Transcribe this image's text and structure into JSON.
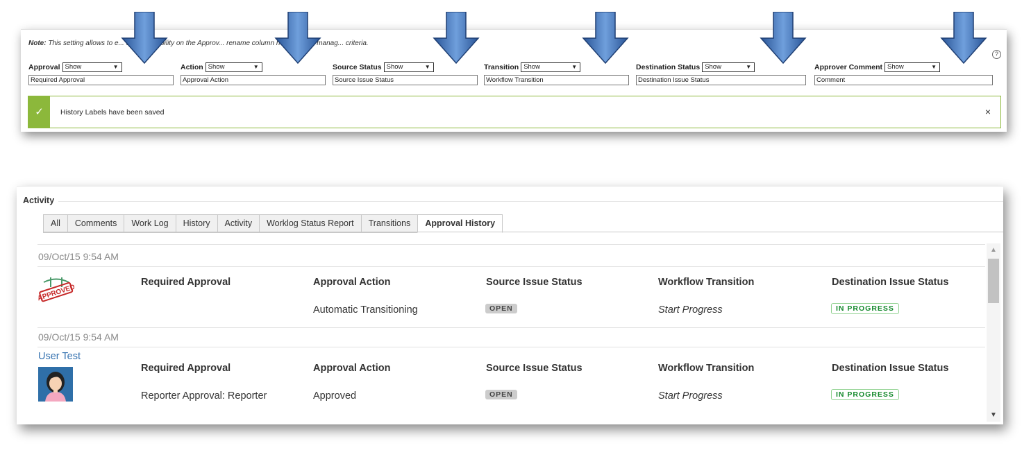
{
  "settings": {
    "note_bold": "Note:",
    "note_text": "This setting allows to e... column visibility on the Approv... rename column headers and manag... criteria.",
    "help_icon": "?",
    "columns": [
      {
        "label": "Approval",
        "select": "Show",
        "value": "Required Approval"
      },
      {
        "label": "Action",
        "select": "Show",
        "value": "Approval Action"
      },
      {
        "label": "Source Status",
        "select": "Show",
        "value": "Source Issue Status"
      },
      {
        "label": "Transition",
        "select": "Show",
        "value": "Workflow Transition"
      },
      {
        "label": "Destination Status",
        "select": "Show",
        "value": "Destination Issue Status"
      },
      {
        "label": "Approver Comment",
        "select": "Show",
        "value": "Comment"
      }
    ],
    "message": "History Labels have been saved",
    "message_check": "✓",
    "message_close": "×",
    "arrow_color": "#3f6fb5"
  },
  "activity": {
    "title": "Activity",
    "tabs": [
      "All",
      "Comments",
      "Work Log",
      "History",
      "Activity",
      "Worklog Status Report",
      "Transitions",
      "Approval History"
    ],
    "active_tab": "Approval History",
    "headers": {
      "approval": "Required Approval",
      "action": "Approval Action",
      "source": "Source Issue Status",
      "transition": "Workflow Transition",
      "destination": "Destination Issue Status"
    },
    "entries": [
      {
        "date": "09/Oct/15 9:54 AM",
        "icon": "approved-stamp-icon",
        "approval": "",
        "action": "Automatic Transitioning",
        "source": "OPEN",
        "transition": "Start Progress",
        "destination": "IN PROGRESS"
      },
      {
        "date": "09/Oct/15 9:54 AM",
        "user": "User Test",
        "icon": "user-avatar",
        "approval": "Reporter Approval: Reporter",
        "action": "Approved",
        "source": "OPEN",
        "transition": "Start Progress",
        "destination": "IN PROGRESS"
      }
    ],
    "colors": {
      "link": "#3572b0",
      "success": "#14892c",
      "success_border": "#8cb83b"
    }
  }
}
